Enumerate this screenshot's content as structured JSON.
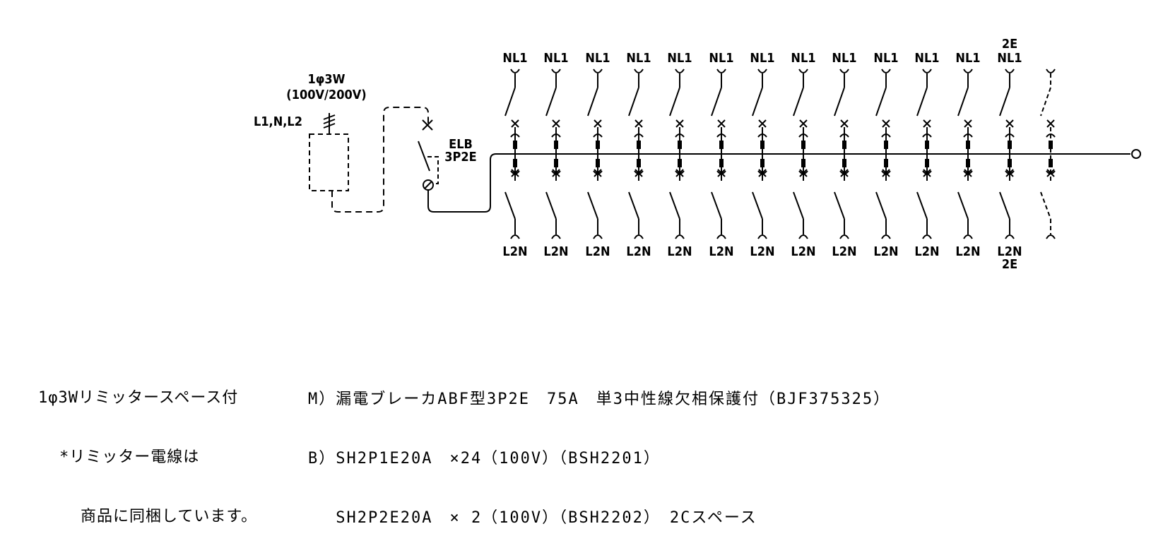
{
  "supply": {
    "phase": "1φ3W",
    "voltage": "(100V/200V)",
    "lines": "L1,N,L2"
  },
  "main_breaker": {
    "type": "ELB",
    "poles": "3P2E"
  },
  "branch_top_labels": [
    "NL1",
    "NL1",
    "NL1",
    "NL1",
    "NL1",
    "NL1",
    "NL1",
    "NL1",
    "NL1",
    "NL1",
    "NL1",
    "NL1",
    "NL1"
  ],
  "branch_top_extra": "2E",
  "branch_bottom_labels": [
    "L2N",
    "L2N",
    "L2N",
    "L2N",
    "L2N",
    "L2N",
    "L2N",
    "L2N",
    "L2N",
    "L2N",
    "L2N",
    "L2N",
    "L2N"
  ],
  "branch_bottom_extra": "2E",
  "notes_left": {
    "line1": "1φ3Wリミッタースペース付",
    "line2": "*リミッター電線は",
    "line3": "商品に同梱しています。"
  },
  "spec": {
    "m_line": "M）漏電ブレーカABF型3P2E　75A　単3中性線欠相保護付（BJF375325）",
    "b_line1": "B）SH2P1E20A　×24（100V）（BSH2201）",
    "b_line2": "　 SH2P2E20A　× 2（100V）（BSH2202）　2Cスペース"
  }
}
